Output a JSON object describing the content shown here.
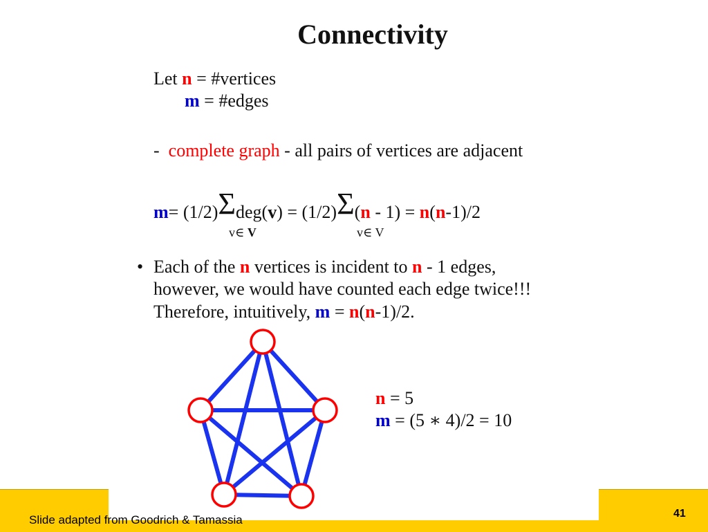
{
  "slide": {
    "title": "Connectivity",
    "let_line": {
      "prefix": "Let ",
      "var": "n",
      "suffix": " = #vertices"
    },
    "edges_line": {
      "var": "m",
      "suffix": " = #edges"
    },
    "complete_line": {
      "dash": "-",
      "term": "complete graph",
      "rest": " - all pairs of vertices are adjacent"
    },
    "formula": {
      "m": "m",
      "p1": "= (1/2)",
      "sigma": "Σ",
      "p2": "deg(",
      "v": "v",
      "p3": ") = (1/2)",
      "p4": "(",
      "n1": "n",
      "p5": " - 1) = ",
      "n2": "n",
      "p6": "(",
      "n3": "n",
      "p7": "-1)/2",
      "sub1_a": "v∈ ",
      "sub1_b": "V",
      "sub2": "v∈ V"
    },
    "bullet": {
      "mark": "•",
      "l1_a": "Each of the ",
      "l1_n": "n",
      "l1_b": " vertices is incident to ",
      "l1_n2": "n",
      "l1_c": " - 1 edges,",
      "l2": "however, we would have counted each edge twice!!!",
      "l3_a": "Therefore, intuitively, ",
      "l3_m": "m",
      "l3_b": " = ",
      "l3_n": "n",
      "l3_c": "(",
      "l3_n2": "n",
      "l3_d": "-1)/2."
    },
    "example": {
      "n_var": "n",
      "n_eq": " = 5",
      "m_var": "m",
      "m_eq": " = (5 ∗ 4)/2 = 10"
    },
    "footer": {
      "credit": "Slide adapted from Goodrich & Tamassia",
      "page": "41"
    },
    "colors": {
      "n": "#ff0000",
      "m": "#0000cc",
      "edge": "#1a33ee",
      "vertex": "#ff0000",
      "footer": "#ffcc00"
    }
  }
}
